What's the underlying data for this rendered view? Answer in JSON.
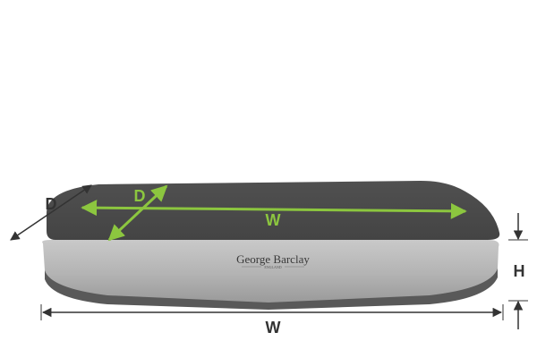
{
  "product": {
    "brand_name": "George Barclay",
    "brand_subtitle": "ENGLAND"
  },
  "dimensions": {
    "top_depth_label": "D",
    "top_width_label": "W",
    "side_depth_label": "D",
    "height_label": "H",
    "bottom_width_label": "W"
  },
  "colors": {
    "top_surface": "#4a4a4a",
    "side_panel": "#b5b5b5",
    "base": "#5a5a5a",
    "accent_green": "#8cc63f",
    "dimension_lines": "#333333"
  }
}
